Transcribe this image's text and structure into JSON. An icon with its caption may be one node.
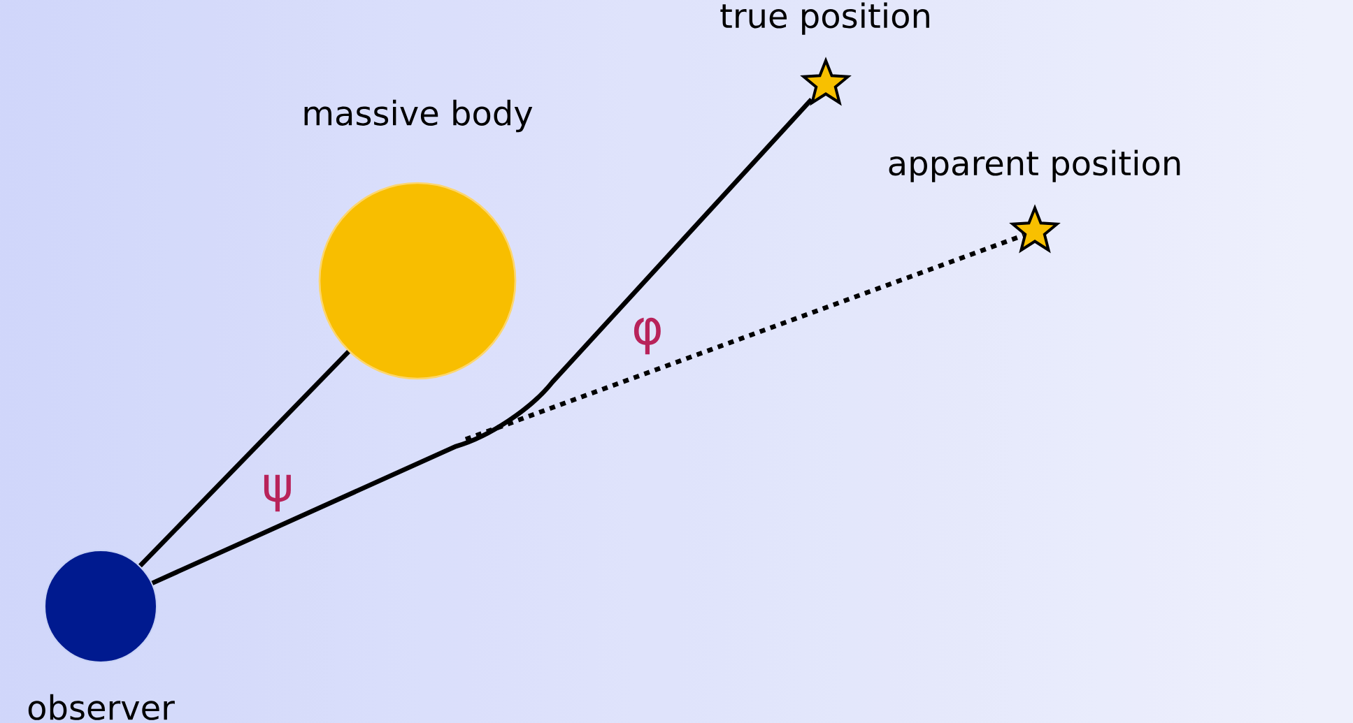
{
  "diagram": {
    "nodes": [
      {
        "text": [
          "observer"
        ]
      },
      {
        "text": [
          "massive body"
        ]
      },
      {
        "text": [
          "true position"
        ]
      },
      {
        "text": [
          "apparent position"
        ]
      }
    ],
    "edges": [
      {
        "from": 0,
        "to": 1,
        "arrow": "none"
      },
      {
        "from": 0,
        "to": 2,
        "arrow": "none"
      },
      {
        "from": null,
        "to": 3,
        "arrow": "none",
        "style": "dashed"
      }
    ],
    "labels": [
      "ψ",
      "φ"
    ]
  }
}
